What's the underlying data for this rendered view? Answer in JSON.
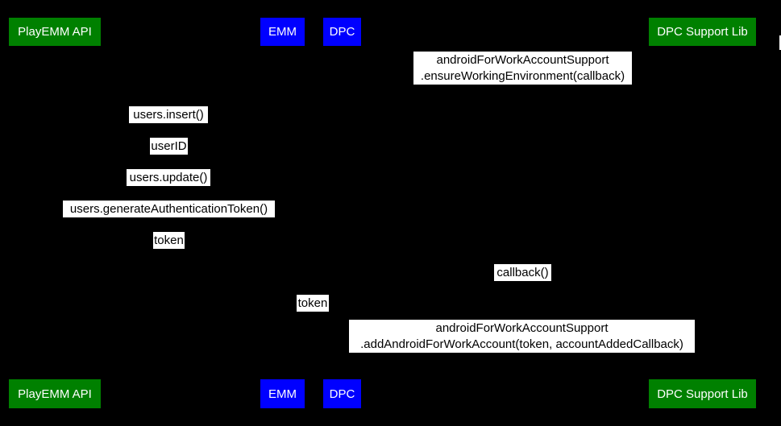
{
  "colors": {
    "background": "#000000",
    "participant_green": "#008000",
    "participant_blue": "#0000ff",
    "participant_text": "#ffffff",
    "message_background": "#ffffff",
    "message_text": "#000000",
    "scrollbar": "#ffffff"
  },
  "participants": {
    "playemm_api": "PlayEMM API",
    "emm": "EMM",
    "dpc": "DPC",
    "dpc_support_lib": "DPC Support Lib"
  },
  "messages": {
    "ensure_env": {
      "line1": "androidForWorkAccountSupport",
      "line2": ".ensureWorkingEnvironment(callback)"
    },
    "users_insert": "users.insert()",
    "user_id": "userID",
    "users_update": "users.update()",
    "generate_token": "users.generateAuthenticationToken()",
    "token_return": "token",
    "callback": "callback()",
    "token_forward": "token",
    "add_account": {
      "line1": "androidForWorkAccountSupport",
      "line2": ".addAndroidForWorkAccount(token, accountAddedCallback)"
    }
  }
}
